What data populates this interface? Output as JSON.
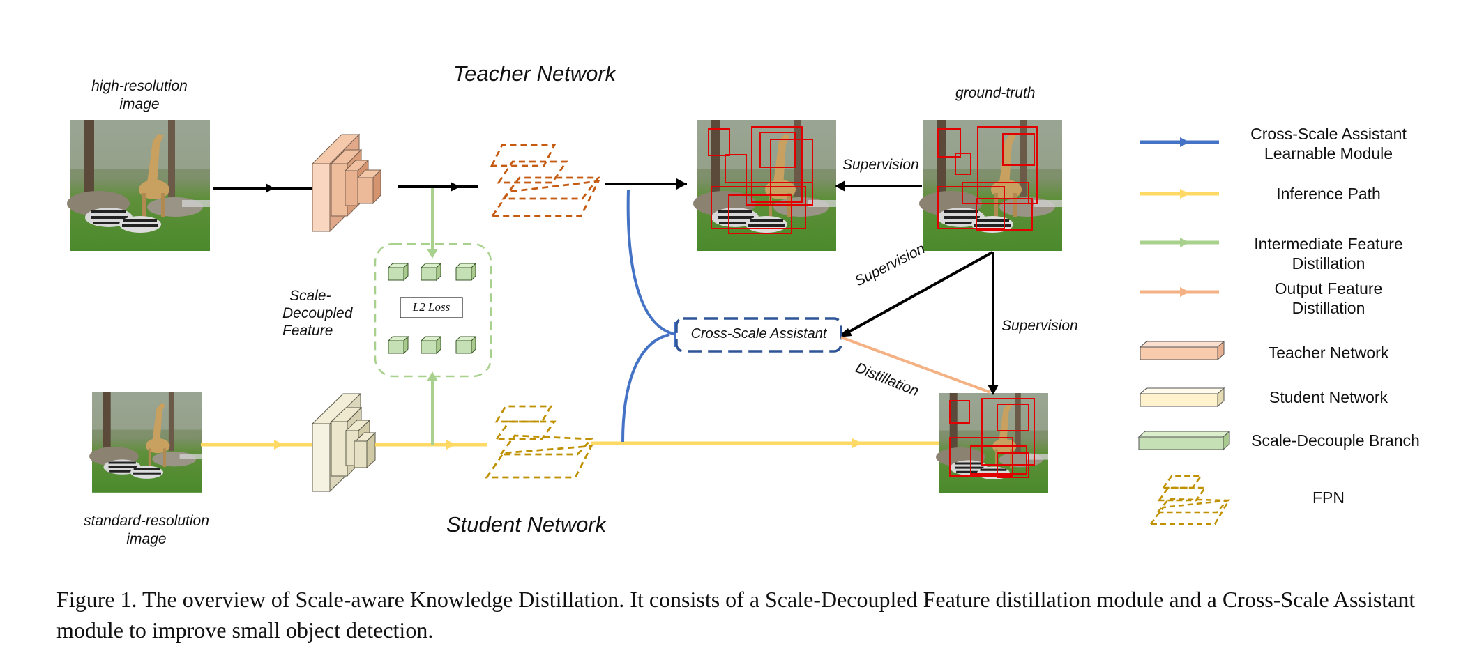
{
  "labels": {
    "teacher_network": "Teacher Network",
    "student_network": "Student Network",
    "high_res_line1": "high-resolution",
    "high_res_line2": "image",
    "std_res_line1": "standard-resolution",
    "std_res_line2": "image",
    "ground_truth": "ground-truth",
    "scale_decoupled_line1": "Scale-",
    "scale_decoupled_line2": "Decoupled",
    "scale_decoupled_line3": "Feature",
    "l2_loss": "L2 Loss",
    "cross_scale_assistant": "Cross-Scale Assistant",
    "supervision_top": "Supervision",
    "supervision_diag": "Supervision",
    "supervision_vertical": "Supervision",
    "distillation": "Distillation"
  },
  "legend": {
    "items": [
      {
        "line1": "Cross-Scale Assistant",
        "line2": "Learnable Module",
        "icon": "blue-arrow-icon",
        "color": "#4472c4"
      },
      {
        "line1": "Inference Path",
        "line2": "",
        "icon": "yellow-arrow-icon",
        "color": "#ffd966"
      },
      {
        "line1": "Intermediate Feature",
        "line2": "Distillation",
        "icon": "green-arrow-icon",
        "color": "#a9d18e"
      },
      {
        "line1": "Output Feature",
        "line2": "Distillation",
        "icon": "orange-arrow-icon",
        "color": "#f4b183"
      },
      {
        "line1": "Teacher Network",
        "line2": "",
        "icon": "teacher-block-icon",
        "color": "#f8cbad"
      },
      {
        "line1": "Student Network",
        "line2": "",
        "icon": "student-block-icon",
        "color": "#fff2cc"
      },
      {
        "line1": "Scale-Decouple Branch",
        "line2": "",
        "icon": "green-block-icon",
        "color": "#c5e0b4"
      },
      {
        "line1": "FPN",
        "line2": "",
        "icon": "fpn-icon",
        "color": "#bf9000"
      }
    ]
  },
  "caption": {
    "text": "Figure 1. The overview of Scale-aware Knowledge Distillation. It consists of a Scale-Decoupled Feature distillation module and a Cross-Scale Assistant module to improve small object detection."
  },
  "colors": {
    "blue": "#4472c4",
    "yellow": "#ffd966",
    "green": "#a9d18e",
    "orange": "#f4b183",
    "teacher_fpn": "#c55a11",
    "student_fpn": "#bf9000",
    "box_red": "#e00000"
  }
}
